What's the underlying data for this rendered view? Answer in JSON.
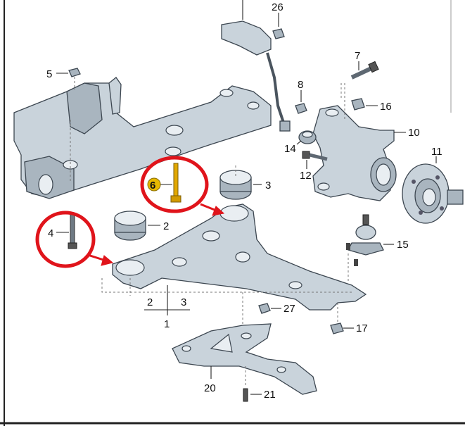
{
  "callouts": [
    {
      "id": "1",
      "text": "1"
    },
    {
      "id": "2",
      "text": "2"
    },
    {
      "id": "3",
      "text": "3"
    },
    {
      "id": "4",
      "text": "4"
    },
    {
      "id": "5",
      "text": "5"
    },
    {
      "id": "6",
      "text": "6"
    },
    {
      "id": "7",
      "text": "7"
    },
    {
      "id": "8",
      "text": "8"
    },
    {
      "id": "10",
      "text": "10"
    },
    {
      "id": "11",
      "text": "11"
    },
    {
      "id": "12",
      "text": "12"
    },
    {
      "id": "14",
      "text": "14"
    },
    {
      "id": "15",
      "text": "15"
    },
    {
      "id": "16",
      "text": "16"
    },
    {
      "id": "17",
      "text": "17"
    },
    {
      "id": "20",
      "text": "20"
    },
    {
      "id": "21",
      "text": "21"
    },
    {
      "id": "26",
      "text": "26"
    },
    {
      "id": "27",
      "text": "27"
    }
  ],
  "group_labels": {
    "left": "2",
    "right": "3",
    "bottom": "1"
  },
  "colors": {
    "highlight": "#e0141b",
    "badge": "#e6b800",
    "part": "#c9d3db"
  }
}
